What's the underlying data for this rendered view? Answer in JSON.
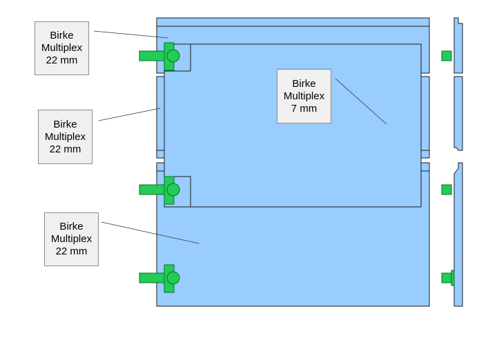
{
  "labels": [
    {
      "id": "top-panel",
      "lines": [
        "Birke",
        "Multiplex",
        "22 mm"
      ]
    },
    {
      "id": "middle-panel",
      "lines": [
        "Birke",
        "Multiplex",
        "22 mm"
      ]
    },
    {
      "id": "bottom-panel",
      "lines": [
        "Birke",
        "Multiplex",
        "22 mm"
      ]
    },
    {
      "id": "back-panel",
      "lines": [
        "Birke",
        "Multiplex",
        "7 mm"
      ]
    }
  ],
  "colors": {
    "panel_fill": "#99ccff",
    "panel_stroke": "#1a1a1a",
    "hinge_fill": "#22cc55",
    "hinge_stroke": "#0a6e2a",
    "label_fill": "#f0f0f0",
    "label_border": "#8a8a8a",
    "leader_line": "#333333"
  },
  "icons": [
    "hinge-icon"
  ]
}
